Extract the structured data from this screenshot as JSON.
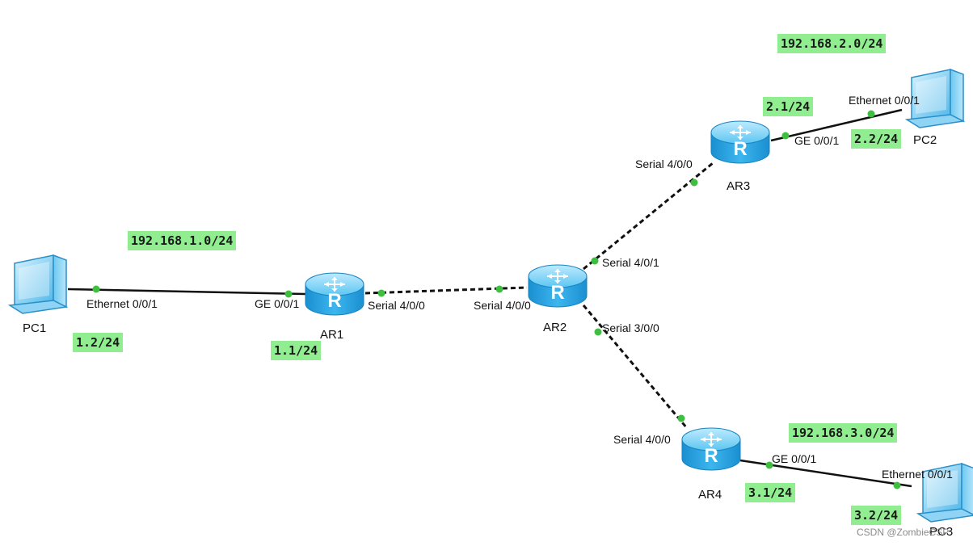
{
  "devices": {
    "pc1": {
      "name": "PC1",
      "icon": "pc-icon"
    },
    "pc2": {
      "name": "PC2",
      "icon": "pc-icon"
    },
    "pc3": {
      "name": "PC3",
      "icon": "pc-icon"
    },
    "ar1": {
      "name": "AR1",
      "icon": "router-icon"
    },
    "ar2": {
      "name": "AR2",
      "icon": "router-icon"
    },
    "ar3": {
      "name": "AR3",
      "icon": "router-icon"
    },
    "ar4": {
      "name": "AR4",
      "icon": "router-icon"
    }
  },
  "networks": {
    "net1": "192.168.1.0/24",
    "net2": "192.168.2.0/24",
    "net3": "192.168.3.0/24"
  },
  "addresses": {
    "pc1": "1.2/24",
    "ar1": "1.1/24",
    "ar3": "2.1/24",
    "pc2": "2.2/24",
    "ar4": "3.1/24",
    "pc3": "3.2/24"
  },
  "ports": {
    "pc1_eth": "Ethernet 0/0/1",
    "ar1_ge": "GE 0/0/1",
    "ar1_serial": "Serial 4/0/0",
    "ar2_serial400": "Serial 4/0/0",
    "ar2_serial401": "Serial 4/0/1",
    "ar2_serial300": "Serial 3/0/0",
    "ar3_serial": "Serial 4/0/0",
    "ar3_ge": "GE 0/0/1",
    "pc2_eth": "Ethernet 0/0/1",
    "ar4_serial": "Serial 4/0/0",
    "ar4_ge": "GE 0/0/1",
    "pc3_eth": "Ethernet 0/0/1"
  },
  "watermark": "CSDN @ZombieCSP",
  "colors": {
    "label_bg": "#90ee90",
    "router_body": "#29a3e0",
    "port_dot": "#3fbf3f"
  }
}
